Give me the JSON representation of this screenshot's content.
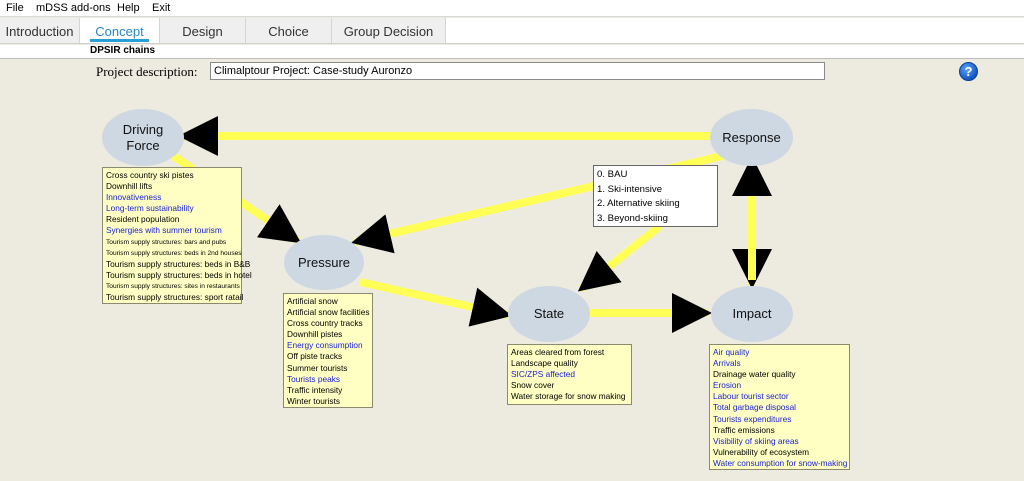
{
  "menu": [
    "File",
    "mDSS add-ons",
    "Help",
    "Exit"
  ],
  "tabs": [
    {
      "label": "Introduction",
      "active": false
    },
    {
      "label": "Concept",
      "active": true
    },
    {
      "label": "Design",
      "active": false
    },
    {
      "label": "Choice",
      "active": false
    },
    {
      "label": "Group Decision",
      "active": false
    }
  ],
  "subtab": "DPSIR chains",
  "project": {
    "label": "Project description:",
    "value": "Climalptour Project: Case-study Auronzo"
  },
  "help_icon": "question-mark-circle-icon",
  "colors": {
    "arrow": "#ffff55",
    "node": "#ced8e3",
    "box": "#ffffc4",
    "blue_text": "#1a22d8",
    "help": "#1557c0"
  },
  "nodes": {
    "driving_force": "Driving Force",
    "pressure": "Pressure",
    "state": "State",
    "impact": "Impact",
    "response": "Response"
  },
  "lists": {
    "driving_force": [
      {
        "text": "Cross country ski pistes",
        "blue": false,
        "small": false
      },
      {
        "text": "Downhill lifts",
        "blue": false,
        "small": false
      },
      {
        "text": "Innovativeness",
        "blue": true,
        "small": false
      },
      {
        "text": "Long-term sustainability",
        "blue": true,
        "small": false
      },
      {
        "text": "Resident population",
        "blue": false,
        "small": false
      },
      {
        "text": "Synergies with summer tourism",
        "blue": true,
        "small": false
      },
      {
        "text": "Tourism supply structures: bars and pubs",
        "blue": false,
        "small": true
      },
      {
        "text": "Tourism supply structures: beds in 2nd houses",
        "blue": false,
        "small": true
      },
      {
        "text": "Tourism supply structures: beds in B&B",
        "blue": false,
        "small": false
      },
      {
        "text": "Tourism supply structures: beds in hotel",
        "blue": false,
        "small": false
      },
      {
        "text": "Tourism supply structures: sites in restaurants",
        "blue": false,
        "small": true
      },
      {
        "text": "Tourism supply structures: sport ratail",
        "blue": false,
        "small": false
      }
    ],
    "pressure": [
      {
        "text": "Artificial snow",
        "blue": false
      },
      {
        "text": "Artificial snow facilities",
        "blue": false
      },
      {
        "text": "Cross country tracks",
        "blue": false
      },
      {
        "text": "Downhill pistes",
        "blue": false
      },
      {
        "text": "Energy consumption",
        "blue": true
      },
      {
        "text": "Off piste tracks",
        "blue": false
      },
      {
        "text": "Summer tourists",
        "blue": false
      },
      {
        "text": "Tourists peaks",
        "blue": true
      },
      {
        "text": "Traffic intensity",
        "blue": false
      },
      {
        "text": "Winter tourists",
        "blue": false
      }
    ],
    "state": [
      {
        "text": "Areas cleared from forest",
        "blue": false
      },
      {
        "text": "Landscape quality",
        "blue": false
      },
      {
        "text": "SIC/ZPS affected",
        "blue": true
      },
      {
        "text": "Snow cover",
        "blue": false
      },
      {
        "text": "Water storage for snow making",
        "blue": false
      }
    ],
    "impact": [
      {
        "text": "Air quality",
        "blue": true
      },
      {
        "text": "Arrivals",
        "blue": true
      },
      {
        "text": "Drainage water quality",
        "blue": false
      },
      {
        "text": "Erosion",
        "blue": true
      },
      {
        "text": "Labour tourist sector",
        "blue": true
      },
      {
        "text": "Total garbage disposal",
        "blue": true
      },
      {
        "text": "Tourists expenditures",
        "blue": true
      },
      {
        "text": "Traffic emissions",
        "blue": false
      },
      {
        "text": "Visibility of skiing areas",
        "blue": true
      },
      {
        "text": "Vulnerability of ecosystem",
        "blue": false
      },
      {
        "text": "Water consumption for snow-making",
        "blue": true
      }
    ]
  },
  "response_options": [
    "0. BAU",
    "1. Ski-intensive",
    "2. Alternative skiing",
    "3. Beyond-skiing"
  ]
}
